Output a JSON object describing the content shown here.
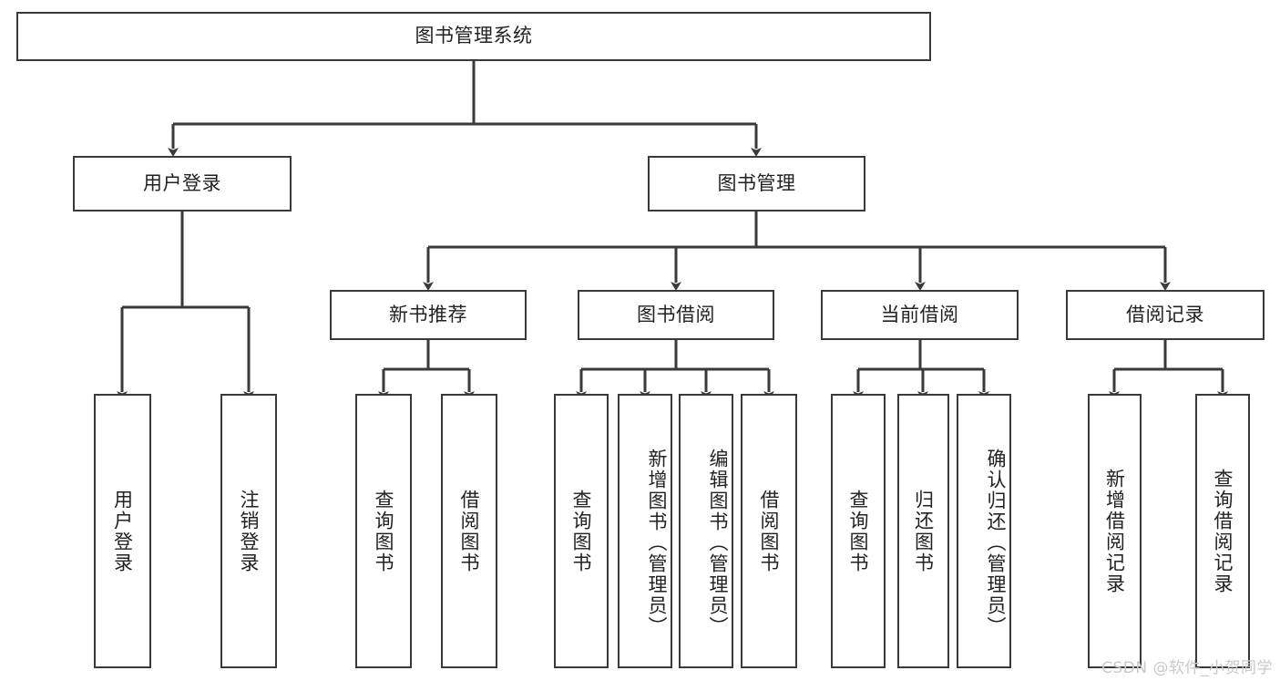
{
  "diagram": {
    "type": "tree-hierarchy-chart",
    "title": "图书管理系统",
    "stroke_color": "#3a3a3a",
    "fill_color": "#ffffff",
    "text_color": "#222222",
    "root": {
      "label": "图书管理系统"
    },
    "level2": [
      {
        "label": "用户登录"
      },
      {
        "label": "图书管理"
      }
    ],
    "level3": [
      {
        "label": "新书推荐"
      },
      {
        "label": "图书借阅"
      },
      {
        "label": "当前借阅"
      },
      {
        "label": "借阅记录"
      }
    ],
    "leaves": {
      "user_login": [
        {
          "label": "用户登录"
        },
        {
          "label": "注销登录"
        }
      ],
      "new_book_recommend": [
        {
          "label": "查询图书"
        },
        {
          "label": "借阅图书"
        }
      ],
      "book_borrow": [
        {
          "label": "查询图书"
        },
        {
          "label": "新增图书（管理员）"
        },
        {
          "label": "编辑图书（管理员）"
        },
        {
          "label": "借阅图书"
        }
      ],
      "current_borrow": [
        {
          "label": "查询图书"
        },
        {
          "label": "归还图书"
        },
        {
          "label": "确认归还（管理员）"
        }
      ],
      "borrow_record": [
        {
          "label": "新增借阅记录"
        },
        {
          "label": "查询借阅记录"
        }
      ]
    }
  },
  "watermark": {
    "text": "CSDN @软件_小贺同学"
  }
}
